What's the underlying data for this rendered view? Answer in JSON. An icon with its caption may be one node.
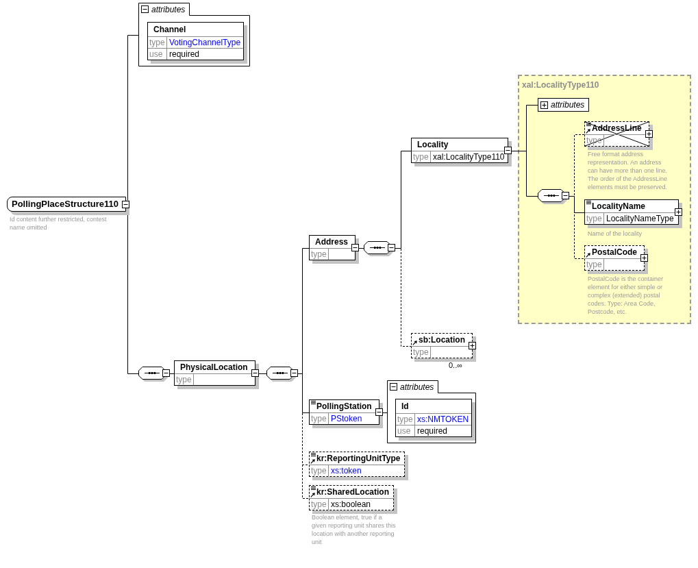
{
  "diagram": {
    "nodes": [
      {
        "text": [
          "PollingPlaceStructure110"
        ],
        "beside": [
          "Id content further restricted, contest name omitted"
        ]
      },
      {
        "text": [
          "attributes"
        ]
      },
      {
        "text": [
          "Channel",
          "type",
          "VotingChannelType",
          "use",
          "required"
        ],
        "in": 1
      },
      {
        "text": [],
        "shape": "octagon"
      },
      {
        "text": [
          "PhysicalLocation",
          "type"
        ]
      },
      {
        "text": [],
        "shape": "octagon"
      },
      {
        "text": [
          "Address",
          "type"
        ]
      },
      {
        "text": [],
        "shape": "octagon"
      },
      {
        "text": [
          "Locality",
          "type",
          "xal:LocalityType110"
        ]
      },
      {
        "text": [
          "sb:Location",
          "type"
        ],
        "beside": [
          "0..∞"
        ]
      },
      {
        "text": [
          "PollingStation",
          "type",
          "PStoken"
        ]
      },
      {
        "text": [
          "attributes"
        ]
      },
      {
        "text": [
          "Id",
          "type",
          "xs:NMTOKEN",
          "use",
          "required"
        ],
        "in": 11
      },
      {
        "text": [
          "kr:ReportingUnitType",
          "type",
          "xs:token"
        ]
      },
      {
        "text": [
          "kr:SharedLocation",
          "type",
          "xs:boolean"
        ],
        "beside": [
          "Boolean element, true if a given reporting unit shares this location with another reporting unit"
        ]
      },
      {
        "text": [
          "xal:LocalityType110"
        ]
      },
      {
        "text": [
          "attributes"
        ],
        "in": 15
      },
      {
        "text": [],
        "shape": "octagon",
        "in": 15
      },
      {
        "text": [
          "AddressLine",
          "type"
        ],
        "in": 15,
        "beside": [
          "Free format address representation. An address can have more than one line. The order of the AddressLine elements must be preserved."
        ]
      },
      {
        "text": [
          "LocalityName",
          "type",
          "LocalityNameType"
        ],
        "in": 15,
        "beside": [
          "Name of the locality"
        ]
      },
      {
        "text": [
          "PostalCode",
          "type"
        ],
        "in": 15,
        "beside": [
          "PostalCode is the container element for either simple or complex (extended) postal codes. Type: Area Code, Postcode, etc."
        ]
      }
    ],
    "edges": [
      {
        "from": 0,
        "to": 1,
        "arrow": "none"
      },
      {
        "from": 0,
        "to": 3,
        "arrow": "none"
      },
      {
        "from": 3,
        "to": 4,
        "arrow": "none"
      },
      {
        "from": 4,
        "to": 5,
        "arrow": "none"
      },
      {
        "from": 5,
        "to": 6,
        "arrow": "none"
      },
      {
        "from": 6,
        "to": 7,
        "arrow": "none"
      },
      {
        "from": 7,
        "to": 8,
        "arrow": "none"
      },
      {
        "from": 7,
        "to": 9,
        "arrow": "none",
        "style": "dashed"
      },
      {
        "from": 5,
        "to": 10,
        "arrow": "none"
      },
      {
        "from": 5,
        "to": 13,
        "arrow": "none",
        "style": "dashed"
      },
      {
        "from": 5,
        "to": 14,
        "arrow": "none",
        "style": "dashed"
      },
      {
        "from": 10,
        "to": 11,
        "arrow": "none"
      },
      {
        "from": 8,
        "to": 16,
        "arrow": "none"
      },
      {
        "from": 8,
        "to": 17,
        "arrow": "none"
      },
      {
        "from": 17,
        "to": 18,
        "arrow": "none",
        "style": "dashed"
      },
      {
        "from": 17,
        "to": 19,
        "arrow": "none"
      },
      {
        "from": 17,
        "to": 20,
        "arrow": "none",
        "style": "dashed"
      }
    ]
  }
}
